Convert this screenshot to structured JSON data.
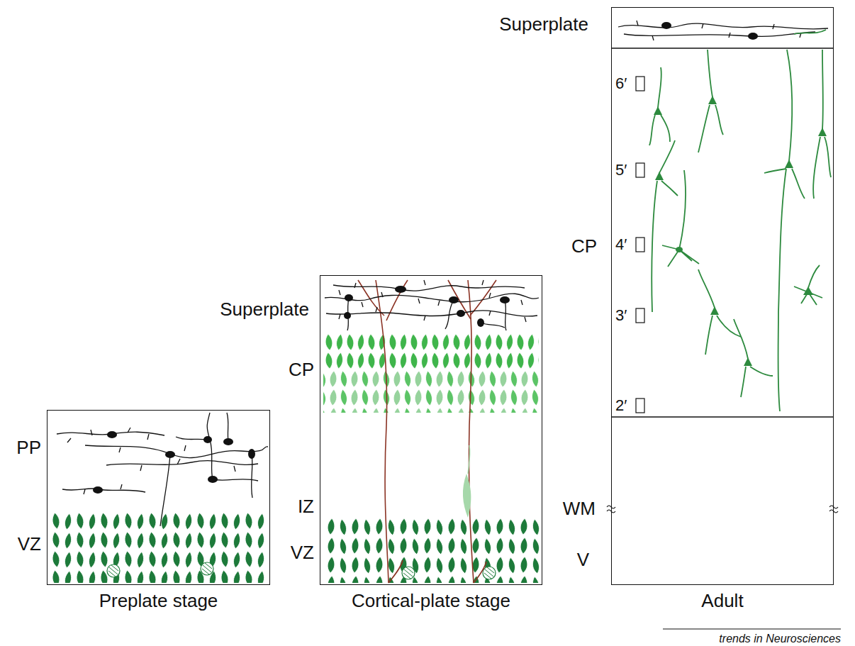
{
  "diagram": {
    "nodes": [
      {
        "text": [
          "Preplate stage"
        ]
      },
      {
        "text": [
          "Cortical-plate stage"
        ]
      },
      {
        "text": [
          "Adult"
        ]
      }
    ],
    "labels": [
      "PP",
      "VZ",
      "Superplate",
      "CP",
      "IZ",
      "VZ",
      "Superplate",
      "CP",
      "6′",
      "5′",
      "4′",
      "3′",
      "2′",
      "WM",
      "V",
      "trends in Neurosciences"
    ]
  }
}
